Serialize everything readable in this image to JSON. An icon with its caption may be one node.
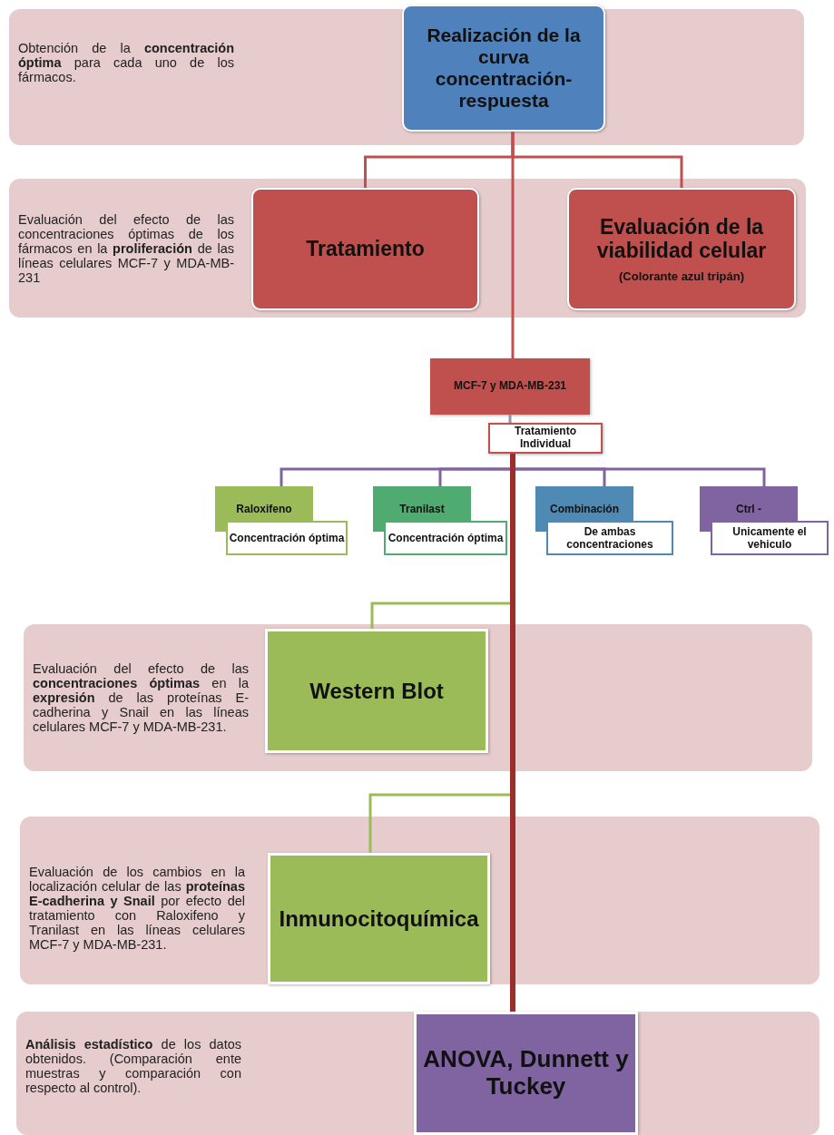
{
  "diagram": {
    "nodes": [
      {
        "text": [
          "Obtención de la **concentración óptima** para cada uno de los fármacos."
        ]
      },
      {
        "text": [
          "Realización de la curva concentración-respuesta"
        ],
        "in": 0
      },
      {
        "text": [
          "Evaluación del efecto de las concentraciones óptimas de los fármacos en la **proliferación** de las líneas celulares MCF-7 y MDA-MB-231"
        ]
      },
      {
        "text": [
          "Tratamiento"
        ],
        "in": 2
      },
      {
        "text": [
          "Evaluación de la viabilidad celular",
          "(Colorante azul tripán)"
        ],
        "in": 2
      },
      {
        "text": [
          "MCF-7 y MDA-MB-231"
        ]
      },
      {
        "text": [
          "Tratamiento Individual"
        ]
      },
      {
        "text": [
          "Raloxifeno",
          "Concentración óptima"
        ]
      },
      {
        "text": [
          "Tranilast",
          "Concentración óptima"
        ]
      },
      {
        "text": [
          "Combinación",
          "De ambas concentraciones"
        ]
      },
      {
        "text": [
          "Ctrl -",
          "Unicamente el vehiculo"
        ]
      },
      {
        "text": [
          "Evaluación del efecto de las **concentraciones óptimas** en la **expresión** de las proteínas E-cadherina y Snail en las líneas celulares MCF-7 y MDA-MB-231."
        ]
      },
      {
        "text": [
          "Western Blot"
        ],
        "in": 11
      },
      {
        "text": [
          "Evaluación de los cambios en la localización celular de las **proteínas E-cadherina y Snail** por efecto del tratamiento con Raloxifeno y Tranilast en las líneas celulares MCF-7 y MDA-MB-231."
        ]
      },
      {
        "text": [
          "Inmunocitoquímica"
        ],
        "in": 13
      },
      {
        "text": [
          "**Análisis estadístico** de los datos obtenidos. (Comparación ente muestras y comparación con respecto al control)."
        ]
      },
      {
        "text": [
          "ANOVA, Dunnett y Tuckey"
        ],
        "in": 15
      }
    ],
    "edges": [
      {
        "from": 1,
        "to": 3,
        "arrow": "none"
      },
      {
        "from": 1,
        "to": 4,
        "arrow": "none"
      },
      {
        "from": 1,
        "to": 5,
        "arrow": "none"
      },
      {
        "from": 5,
        "to": 6,
        "arrow": "none",
        "color": "#8a96ab"
      },
      {
        "from": 6,
        "to": 7,
        "arrow": "none",
        "color": "#8064a2"
      },
      {
        "from": 6,
        "to": 8,
        "arrow": "none",
        "color": "#8064a2"
      },
      {
        "from": 6,
        "to": 9,
        "arrow": "none",
        "color": "#8064a2"
      },
      {
        "from": 6,
        "to": 10,
        "arrow": "none",
        "color": "#8064a2"
      },
      {
        "from": 6,
        "to": 12,
        "arrow": "none",
        "color": "#9bbb59"
      },
      {
        "from": 6,
        "to": 14,
        "arrow": "none",
        "color": "#9bbb59"
      },
      {
        "from": 6,
        "to": 16,
        "arrow": "none",
        "style": "thick",
        "color": "#9b2d2d"
      }
    ]
  }
}
